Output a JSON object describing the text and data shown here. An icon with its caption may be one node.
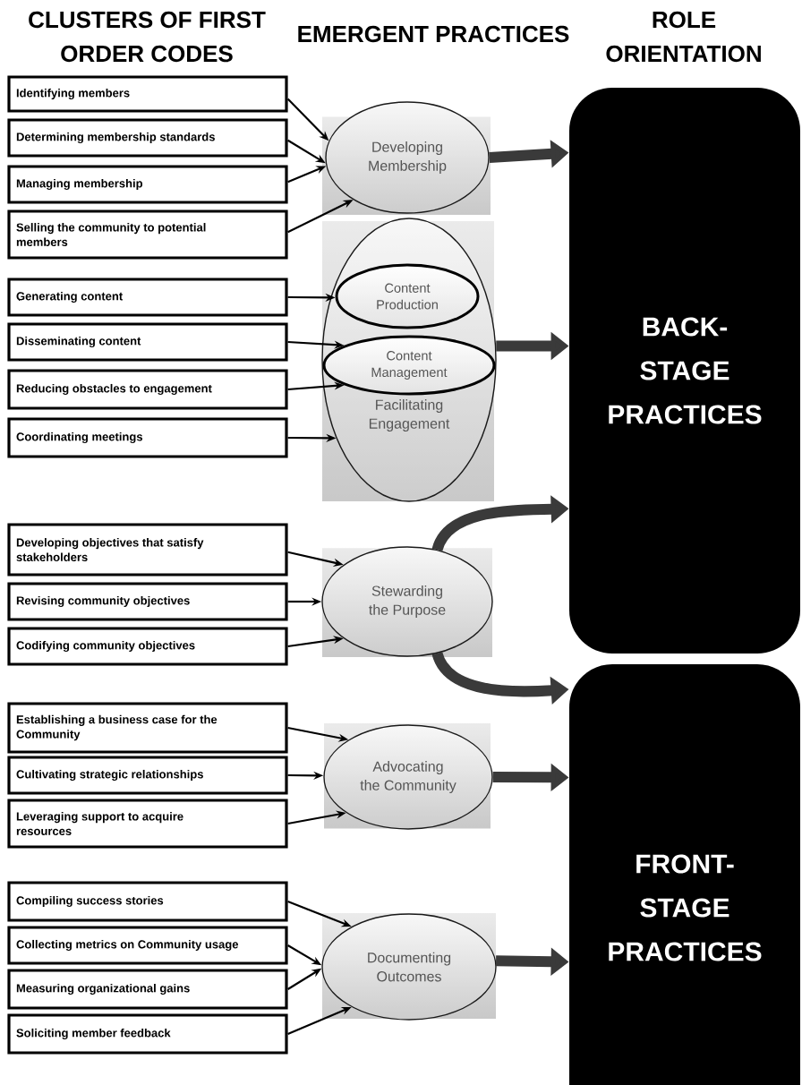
{
  "diagram": {
    "nodes": [
      {
        "text": [
          "Identifying members"
        ]
      },
      {
        "text": [
          "Determining membership standards"
        ]
      },
      {
        "text": [
          "Managing membership"
        ]
      },
      {
        "text": [
          "Selling the community to potential members"
        ]
      },
      {
        "text": [
          "Generating content"
        ]
      },
      {
        "text": [
          "Disseminating content"
        ]
      },
      {
        "text": [
          "Reducing obstacles to engagement"
        ]
      },
      {
        "text": [
          "Coordinating meetings"
        ]
      },
      {
        "text": [
          "Developing objectives that satisfy stakeholders"
        ]
      },
      {
        "text": [
          "Revising community objectives"
        ]
      },
      {
        "text": [
          "Codifying community objectives"
        ]
      },
      {
        "text": [
          "Establishing a business case for the Community"
        ]
      },
      {
        "text": [
          "Cultivating strategic relationships"
        ]
      },
      {
        "text": [
          "Leveraging support to acquire resources"
        ]
      },
      {
        "text": [
          "Compiling success stories"
        ]
      },
      {
        "text": [
          "Collecting metrics on Community usage"
        ]
      },
      {
        "text": [
          "Measuring organizational gains"
        ]
      },
      {
        "text": [
          "Soliciting member feedback"
        ]
      },
      {
        "text": [
          "Developing Membership"
        ]
      },
      {
        "text": [
          "Facilitating Engagement"
        ]
      },
      {
        "text": [
          "Content Production"
        ],
        "in": 19
      },
      {
        "text": [
          "Content Management"
        ],
        "in": 19
      },
      {
        "text": [
          "Stewarding the Purpose"
        ]
      },
      {
        "text": [
          "Advocating the Community"
        ]
      },
      {
        "text": [
          "Documenting Outcomes"
        ]
      },
      {
        "text": [
          "BACK- STAGE PRACTICES"
        ]
      },
      {
        "text": [
          "FRONT- STAGE PRACTICES"
        ]
      }
    ],
    "edges": [
      {
        "from": 0,
        "to": 18,
        "arrow": "to"
      },
      {
        "from": 1,
        "to": 18,
        "arrow": "to"
      },
      {
        "from": 2,
        "to": 18,
        "arrow": "to"
      },
      {
        "from": 3,
        "to": 18,
        "arrow": "to"
      },
      {
        "from": 4,
        "to": 20,
        "arrow": "to"
      },
      {
        "from": 5,
        "to": 21,
        "arrow": "to"
      },
      {
        "from": 6,
        "to": 21,
        "arrow": "to"
      },
      {
        "from": 7,
        "to": 19,
        "arrow": "to"
      },
      {
        "from": 8,
        "to": 22,
        "arrow": "to"
      },
      {
        "from": 9,
        "to": 22,
        "arrow": "to"
      },
      {
        "from": 10,
        "to": 22,
        "arrow": "to"
      },
      {
        "from": 11,
        "to": 23,
        "arrow": "to"
      },
      {
        "from": 12,
        "to": 23,
        "arrow": "to"
      },
      {
        "from": 13,
        "to": 23,
        "arrow": "to"
      },
      {
        "from": 14,
        "to": 24,
        "arrow": "to"
      },
      {
        "from": 15,
        "to": 24,
        "arrow": "to"
      },
      {
        "from": 16,
        "to": 24,
        "arrow": "to"
      },
      {
        "from": 17,
        "to": 24,
        "arrow": "to"
      },
      {
        "from": 18,
        "to": 25,
        "arrow": "to",
        "style": "thick",
        "color": "#3a3a3a"
      },
      {
        "from": 19,
        "to": 25,
        "arrow": "to",
        "style": "thick",
        "color": "#3a3a3a"
      },
      {
        "from": 22,
        "to": 25,
        "arrow": "to",
        "style": "thick",
        "color": "#3a3a3a"
      },
      {
        "from": 22,
        "to": 26,
        "arrow": "to",
        "style": "thick",
        "color": "#3a3a3a"
      },
      {
        "from": 23,
        "to": 26,
        "arrow": "to",
        "style": "thick",
        "color": "#3a3a3a"
      },
      {
        "from": 24,
        "to": 26,
        "arrow": "to",
        "style": "thick",
        "color": "#3a3a3a"
      }
    ],
    "labels": [
      "CLUSTERS OF FIRST ORDER CODES",
      "EMERGENT PRACTICES",
      "ROLE ORIENTATION"
    ]
  }
}
